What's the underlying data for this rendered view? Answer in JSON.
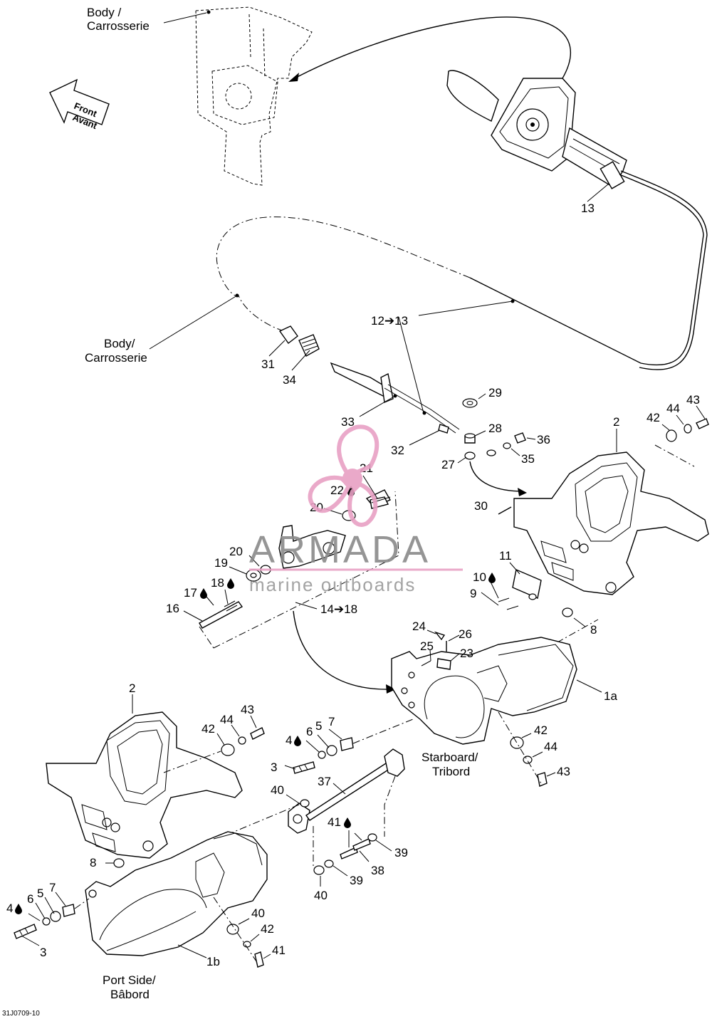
{
  "diagram_id": "31J0709-10",
  "direction_arrow": {
    "line1": "Front",
    "line2": "Avant"
  },
  "watermark": {
    "brand": "ARMADA",
    "tagline": "marine outboards"
  },
  "captions": {
    "body_top": [
      "Body /",
      "Carrosserie"
    ],
    "body_mid": [
      "Body/",
      "Carrosserie"
    ],
    "starboard": [
      "Starboard/",
      "Tribord"
    ],
    "port": [
      "Port Side/",
      "Bâbord"
    ]
  },
  "part_numbers": {
    "p13": "13",
    "p12_13": "12➔13",
    "p31": "31",
    "p34": "34",
    "p33": "33",
    "p32": "32",
    "p29": "29",
    "p28": "28",
    "p27": "27",
    "p36": "36",
    "p35": "35",
    "p2_right": "2",
    "p42_r": "42",
    "p44_r": "44",
    "p43_r": "43",
    "p21": "21",
    "p22": "22",
    "p20a": "20",
    "p20b": "20",
    "p19": "19",
    "p18": "18",
    "p17": "17",
    "p16": "16",
    "p14_18": "14➔18",
    "p30": "30",
    "p11": "11",
    "p10": "10",
    "p9": "9",
    "p8_r": "8",
    "p24": "24",
    "p26": "26",
    "p25": "25",
    "p23": "23",
    "p1a": "1a",
    "p42_s": "42",
    "p44_s": "44",
    "p43_s": "43",
    "p2_left": "2",
    "p42_l": "42",
    "p44_l": "44",
    "p43_l": "43",
    "p4_c": "4",
    "p6_c": "6",
    "p5_c": "5",
    "p7_c": "7",
    "p3_c": "3",
    "p40_a": "40",
    "p37": "37",
    "p41_a": "41",
    "p39_a": "39",
    "p38": "38",
    "p39_b": "39",
    "p40_b": "40",
    "p8_l": "8",
    "p4_l": "4",
    "p6_l": "6",
    "p5_l": "5",
    "p7_l": "7",
    "p3_l": "3",
    "p40_c": "40",
    "p42_p": "42",
    "p41_p": "41",
    "p1b": "1b"
  }
}
